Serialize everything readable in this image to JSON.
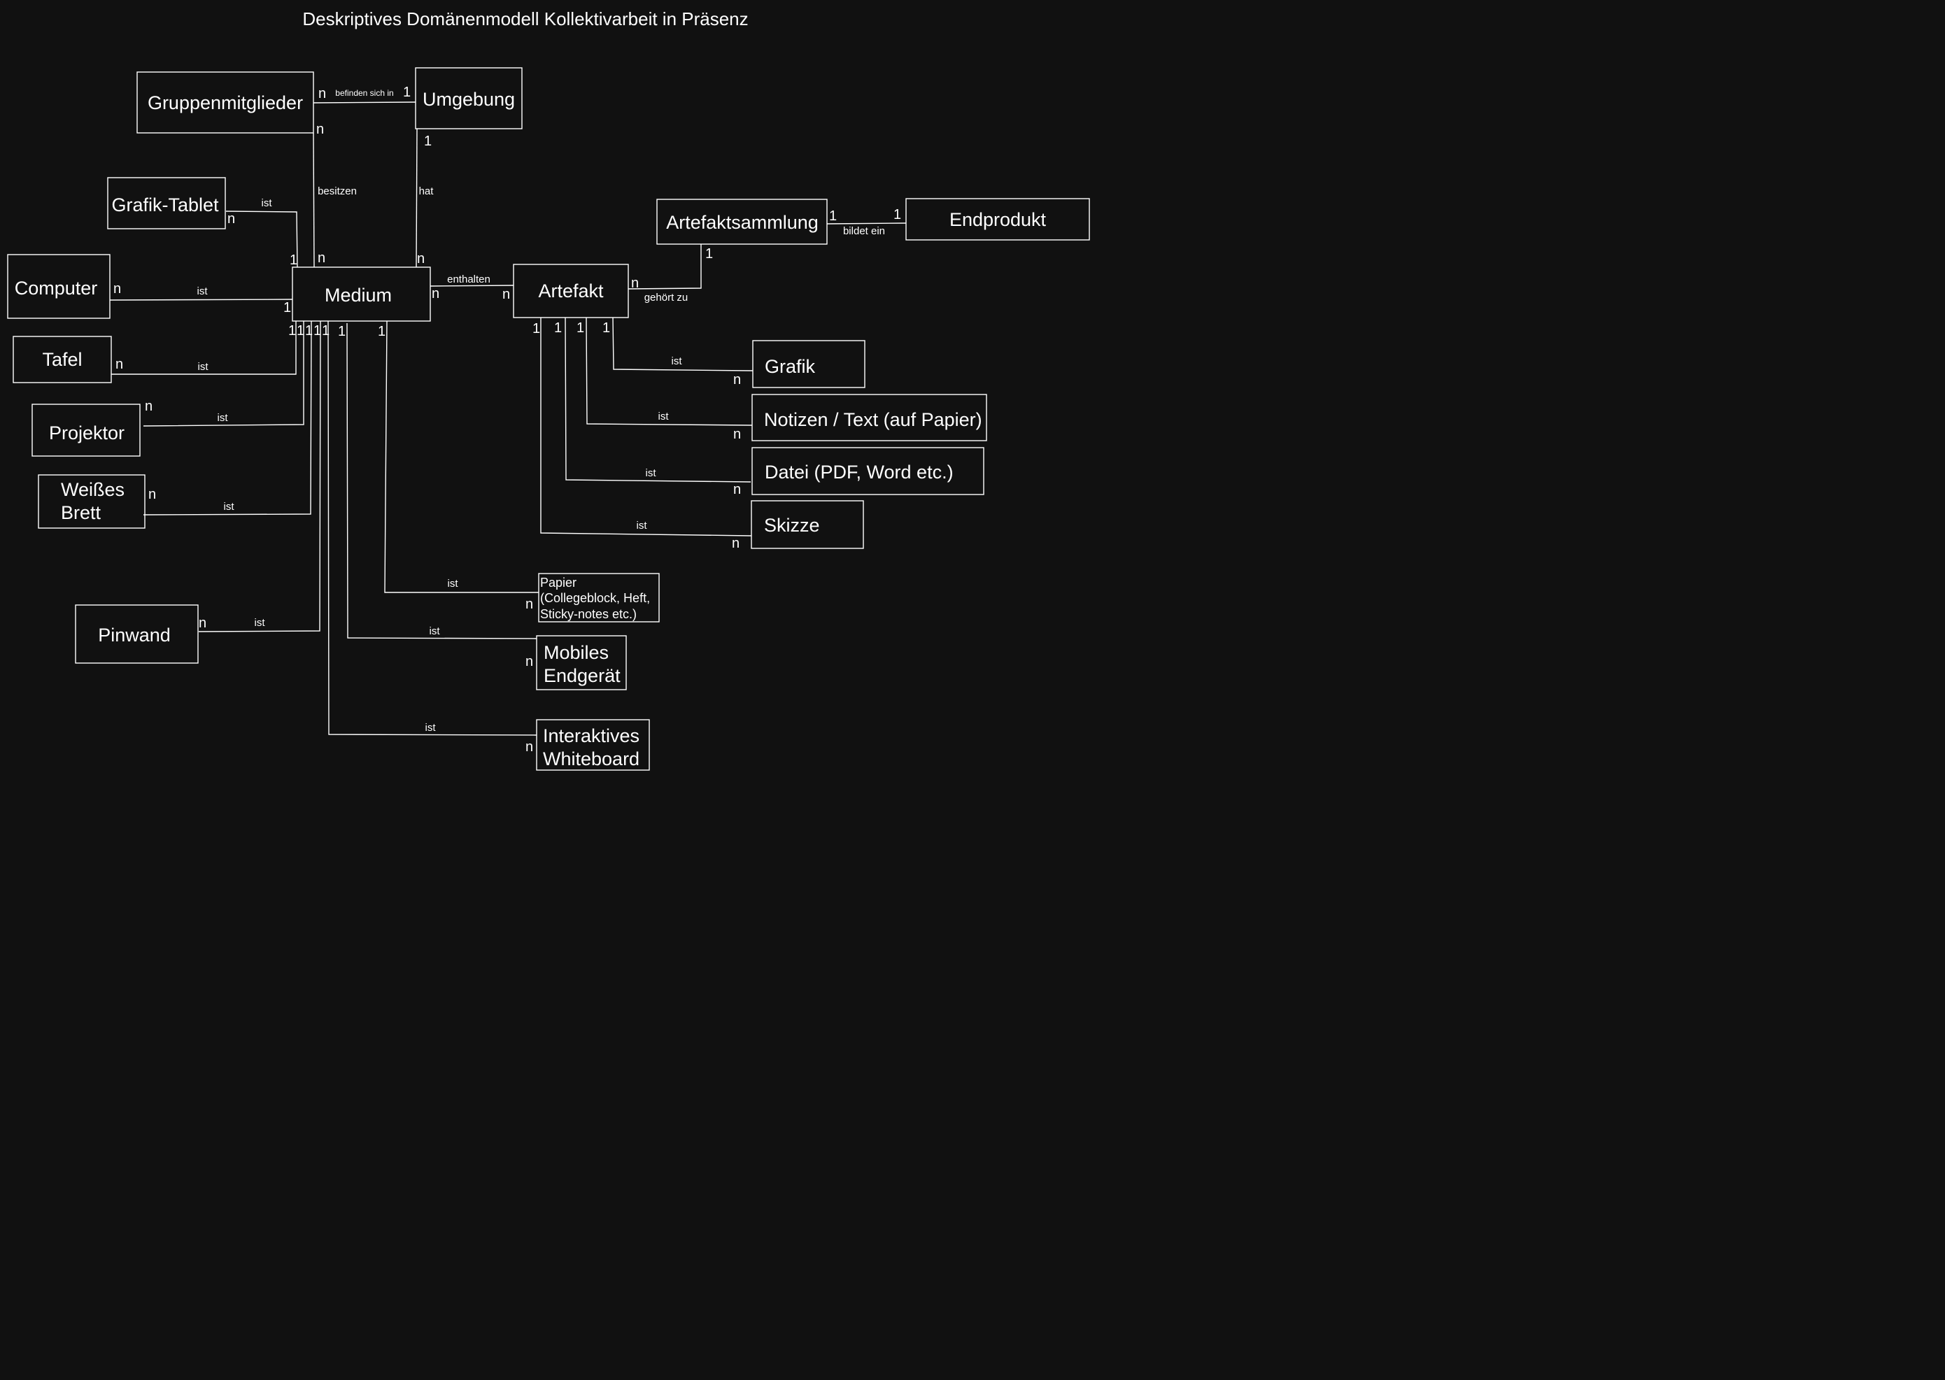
{
  "title": "Deskriptives Domänenmodell Kollektivarbeit in Präsenz",
  "entities": {
    "gruppenmitglieder": "Gruppenmitglieder",
    "umgebung": "Umgebung",
    "grafik_tablet": "Grafik-Tablet",
    "computer": "Computer",
    "medium": "Medium",
    "tafel": "Tafel",
    "projektor": "Projektor",
    "weisses_brett": [
      "Weißes",
      "Brett"
    ],
    "pinwand": "Pinwand",
    "papier": [
      "Papier",
      "(Collegeblock, Heft,",
      "Sticky-notes etc.)"
    ],
    "mobiles_endgeraet": [
      "Mobiles",
      "Endgerät"
    ],
    "interaktives_whiteboard": [
      "Interaktives",
      "Whiteboard"
    ],
    "artefakt": "Artefakt",
    "artefaktsammlung": "Artefaktsammlung",
    "endprodukt": "Endprodukt",
    "grafik": "Grafik",
    "notizen": "Notizen / Text (auf Papier)",
    "datei": "Datei (PDF, Word etc.)",
    "skizze": "Skizze"
  },
  "relations": {
    "befinden_sich_in": "befinden sich in",
    "besitzen": "besitzen",
    "hat": "hat",
    "enthalten": "enthalten",
    "bildet_ein": "bildet ein",
    "gehoert_zu": "gehört zu",
    "ist": "ist"
  },
  "cardinalities": {
    "one": "1",
    "many": "n"
  }
}
